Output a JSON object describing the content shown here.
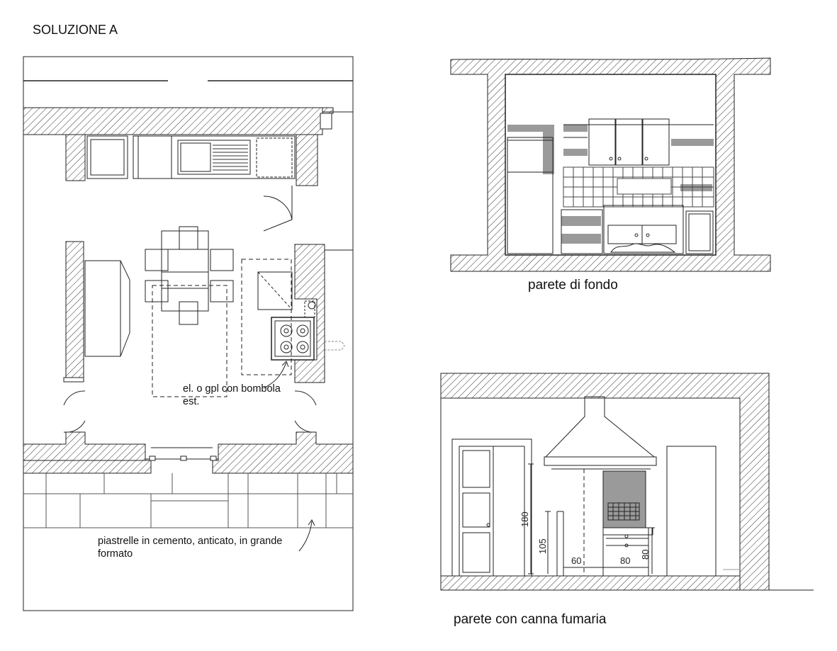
{
  "title": "SOLUZIONE A",
  "plan": {
    "note_stove": "el. o gpl con bombola est.",
    "note_tiles": "piastrelle in cemento, anticato, in grande formato"
  },
  "elevations": {
    "back_wall_caption": "parete di fondo",
    "flue_wall_caption": "parete con canna fumaria"
  },
  "dimensions": {
    "h180": "180",
    "h105": "105",
    "w60": "60",
    "w80": "80",
    "h80": "80"
  },
  "colors": {
    "line": "#222222",
    "hatch": "#444444",
    "fill_grey": "#9a9a9a",
    "background": "#ffffff"
  }
}
